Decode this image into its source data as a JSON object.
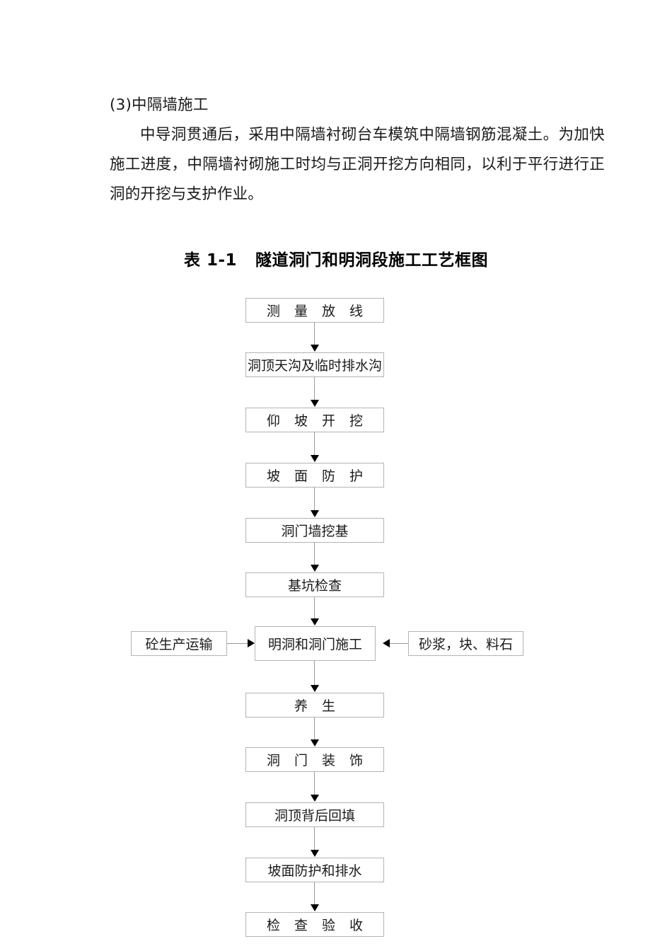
{
  "document": {
    "heading": "(3)中隔墙施工",
    "paragraph": "中导洞贯通后，采用中隔墙衬砌台车模筑中隔墙钢筋混凝土。为加快施工进度，中隔墙衬砌施工时均与正洞开挖方向相同，以利于平行进行正洞的开挖与支护作业。",
    "figure_title": {
      "label": "表 1-1",
      "text": "隧道洞门和明洞段施工工艺框图"
    }
  },
  "flowchart": {
    "type": "flowchart",
    "orientation": "vertical",
    "box_border_color": "#b4b4b4",
    "line_color": "#9a9a9a",
    "arrow_color": "#000000",
    "main_steps": [
      {
        "id": "n1",
        "label": "测 量 放 线"
      },
      {
        "id": "n2",
        "label": "洞顶天沟及临时排水沟"
      },
      {
        "id": "n3",
        "label": "仰 坡 开 挖"
      },
      {
        "id": "n4",
        "label": "坡 面 防 护"
      },
      {
        "id": "n5",
        "label": "洞门墙挖基"
      },
      {
        "id": "n6",
        "label": "基坑检查"
      },
      {
        "id": "n7",
        "label": "明洞和洞门施工"
      },
      {
        "id": "n8",
        "label": "养     生"
      },
      {
        "id": "n9",
        "label": "洞 门 装 饰"
      },
      {
        "id": "n10",
        "label": "洞顶背后回填"
      },
      {
        "id": "n11",
        "label": "坡面防护和排水"
      },
      {
        "id": "n12",
        "label": "检 查 验 收"
      }
    ],
    "side_inputs": [
      {
        "id": "s1",
        "label": "砼生产运输",
        "side": "left",
        "target": "n7"
      },
      {
        "id": "s2",
        "label": "砂浆，块、料石",
        "side": "right",
        "target": "n7"
      }
    ]
  }
}
